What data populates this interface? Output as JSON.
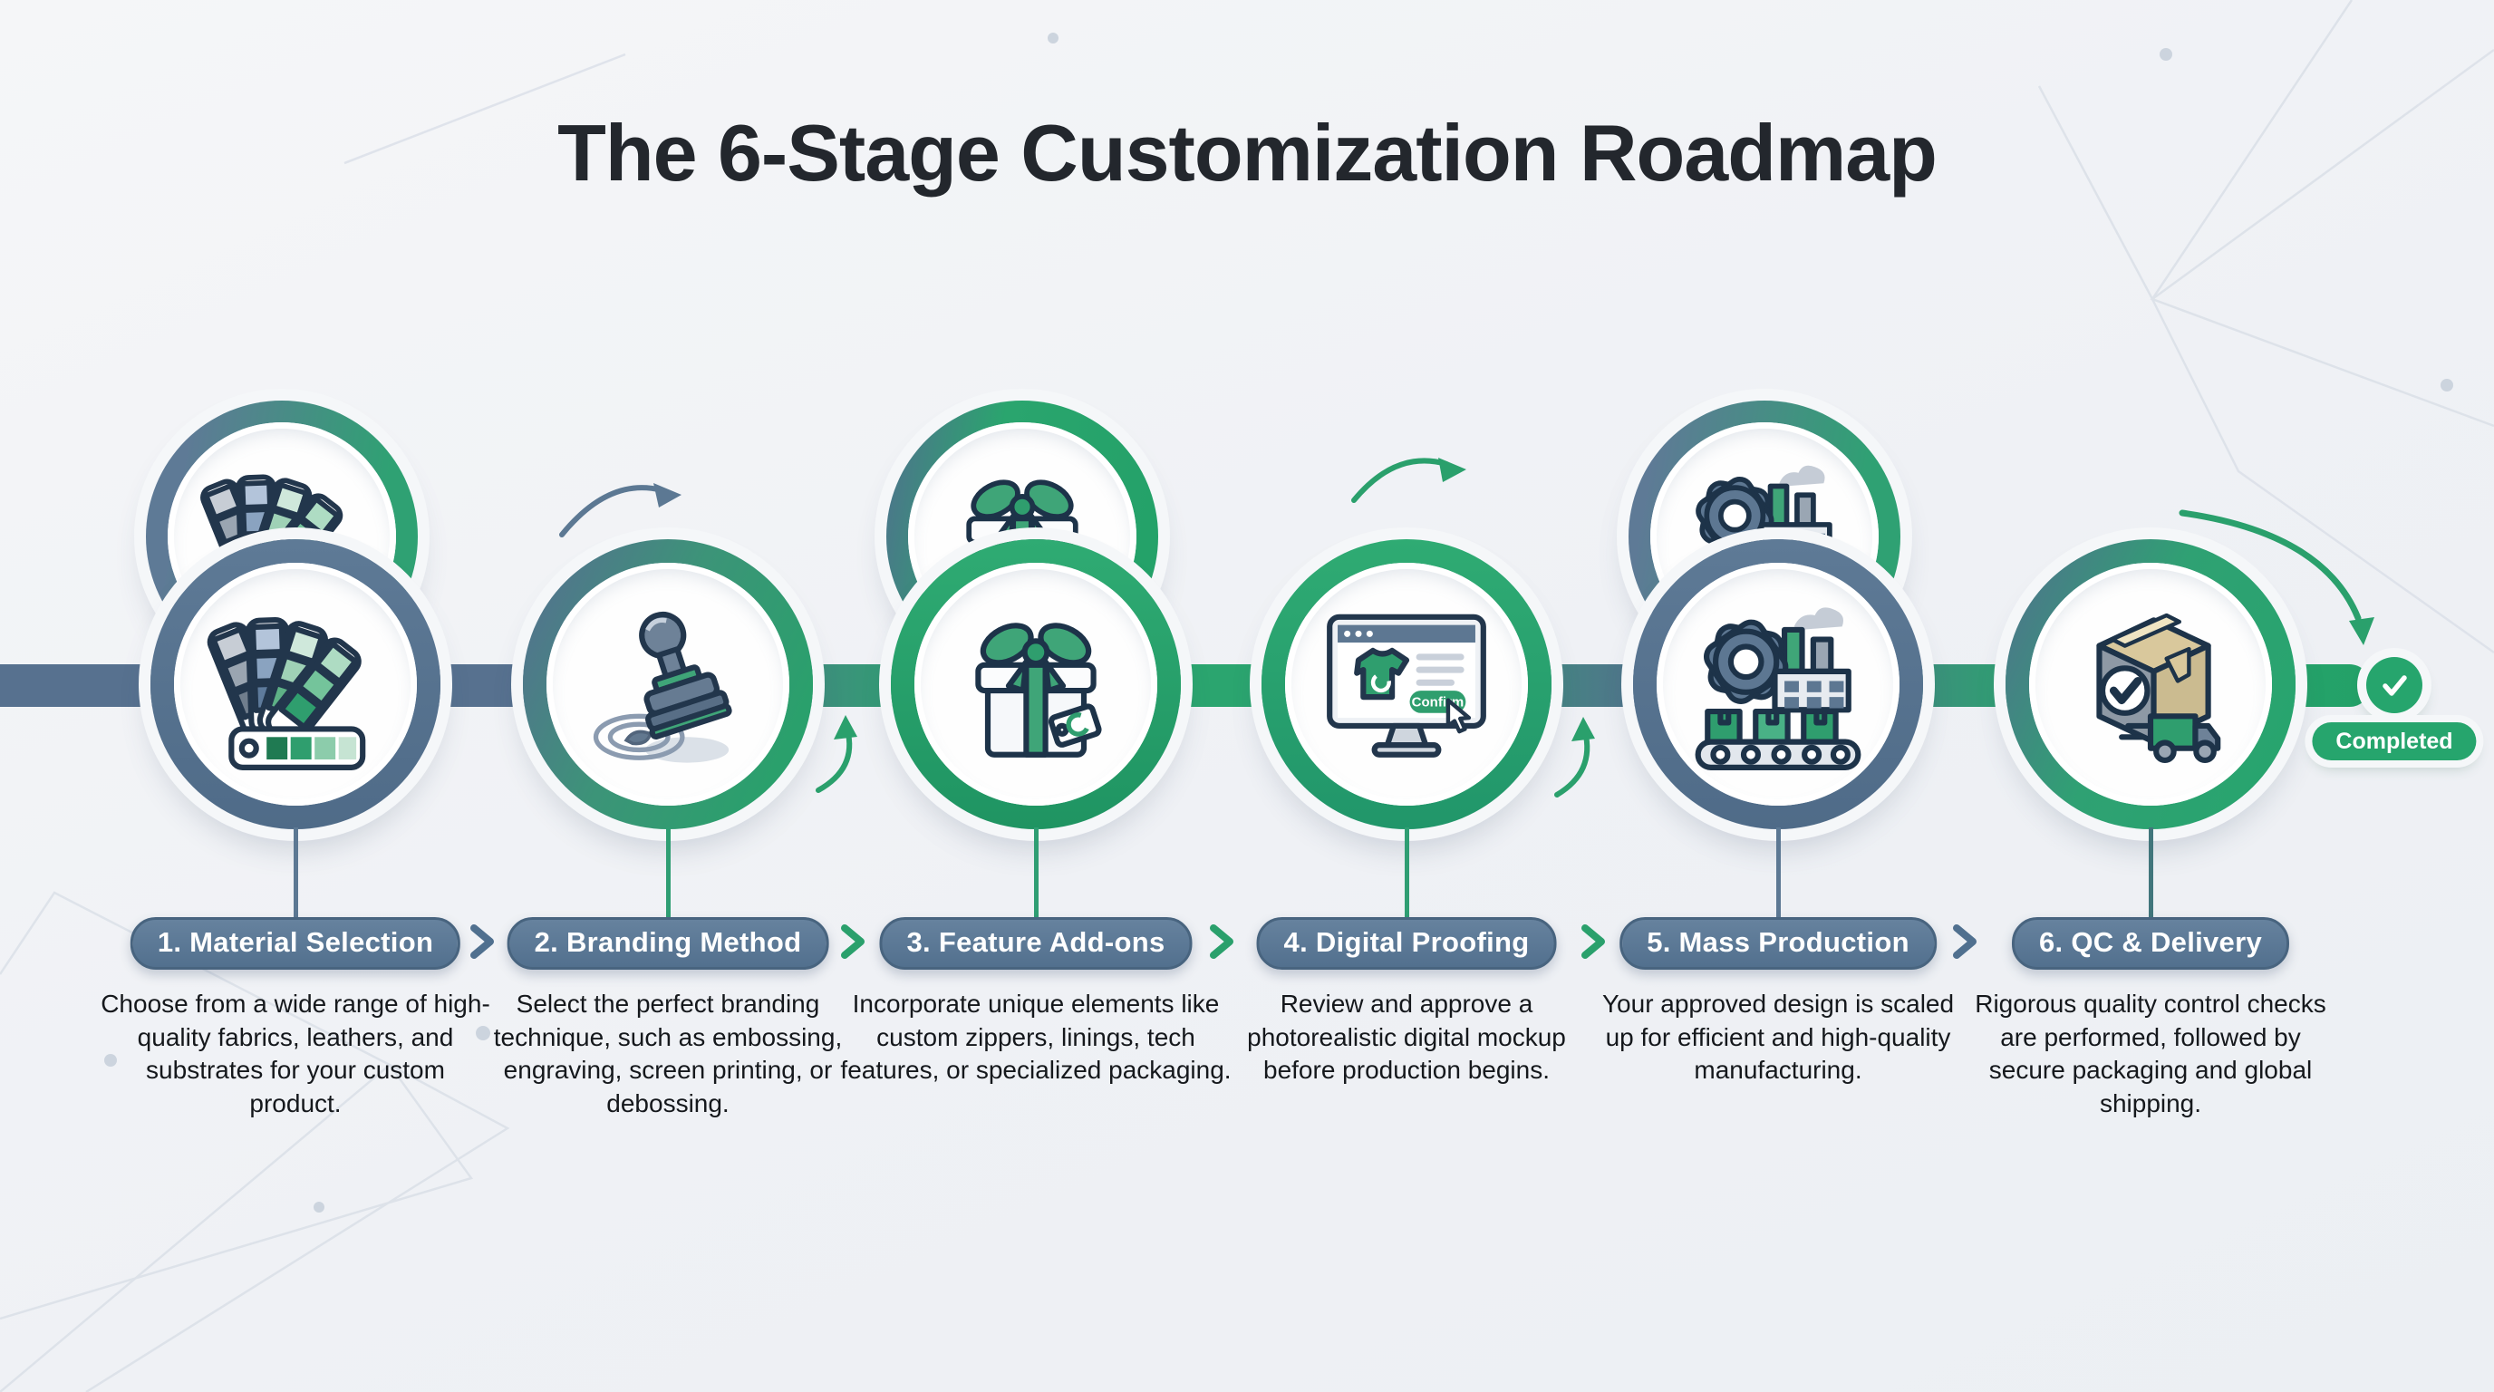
{
  "title": "The 6-Stage Customization Roadmap",
  "completed": {
    "label": "Completed",
    "check_icon": "completed-check-icon"
  },
  "stages": [
    {
      "label": "1. Material Selection",
      "description": "Choose from a wide range of high-quality fabrics, leathers, and substrates for your custom product.",
      "icon": "color-swatch-fan-icon"
    },
    {
      "label": "2. Branding Method",
      "description": "Select the perfect branding technique, such as embossing, engraving, screen printing, or debossing.",
      "icon": "rubber-stamp-icon"
    },
    {
      "label": "3. Feature Add-ons",
      "description": "Incorporate unique elements like custom zippers, linings, tech features, or specialized packaging.",
      "icon": "gift-box-icon"
    },
    {
      "label": "4. Digital Proofing",
      "description": "Review and approve a photorealistic digital mockup before production begins.",
      "icon": "digital-mockup-monitor-icon",
      "icon_button_label": "Confirm"
    },
    {
      "label": "5. Mass Production",
      "description": "Your approved design is scaled up for efficient and high-quality manufacturing.",
      "icon": "factory-production-icon"
    },
    {
      "label": "6. QC & Delivery",
      "description": "Rigorous quality control checks are performed, followed by secure packaging and global shipping.",
      "icon": "package-check-truck-icon"
    }
  ],
  "colors": {
    "slate": "#57718f",
    "green": "#2aa06c",
    "navy_outline": "#1d3349",
    "pill_background": "#52708e",
    "completed_green": "#26a56d",
    "background": "#eff1f5",
    "text": "#15181c"
  }
}
